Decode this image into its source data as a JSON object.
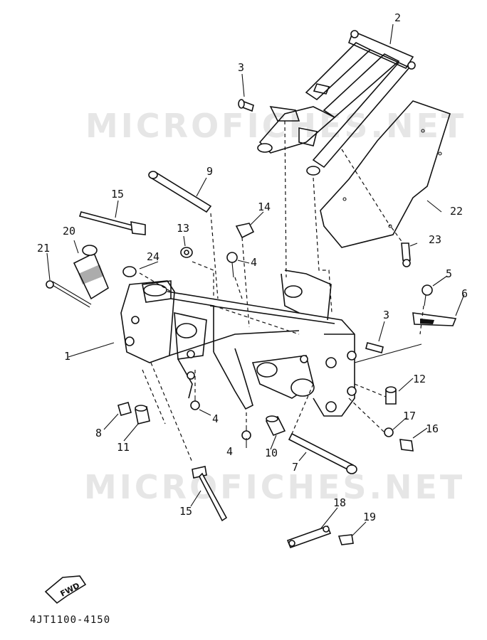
{
  "watermark": "MICROFICHES.NET",
  "part_code": "4JT1100-4150",
  "fwd_label": "FWD",
  "callouts": {
    "c1": "1",
    "c2": "2",
    "c3a": "3",
    "c3b": "3",
    "c4a": "4",
    "c4b": "4",
    "c4c": "4",
    "c5": "5",
    "c6": "6",
    "c7": "7",
    "c8": "8",
    "c9": "9",
    "c10": "10",
    "c11": "11",
    "c12": "12",
    "c13": "13",
    "c14": "14",
    "c15a": "15",
    "c15b": "15",
    "c16": "16",
    "c17": "17",
    "c18": "18",
    "c19": "19",
    "c20": "20",
    "c21": "21",
    "c22": "22",
    "c23": "23",
    "c24": "24"
  }
}
